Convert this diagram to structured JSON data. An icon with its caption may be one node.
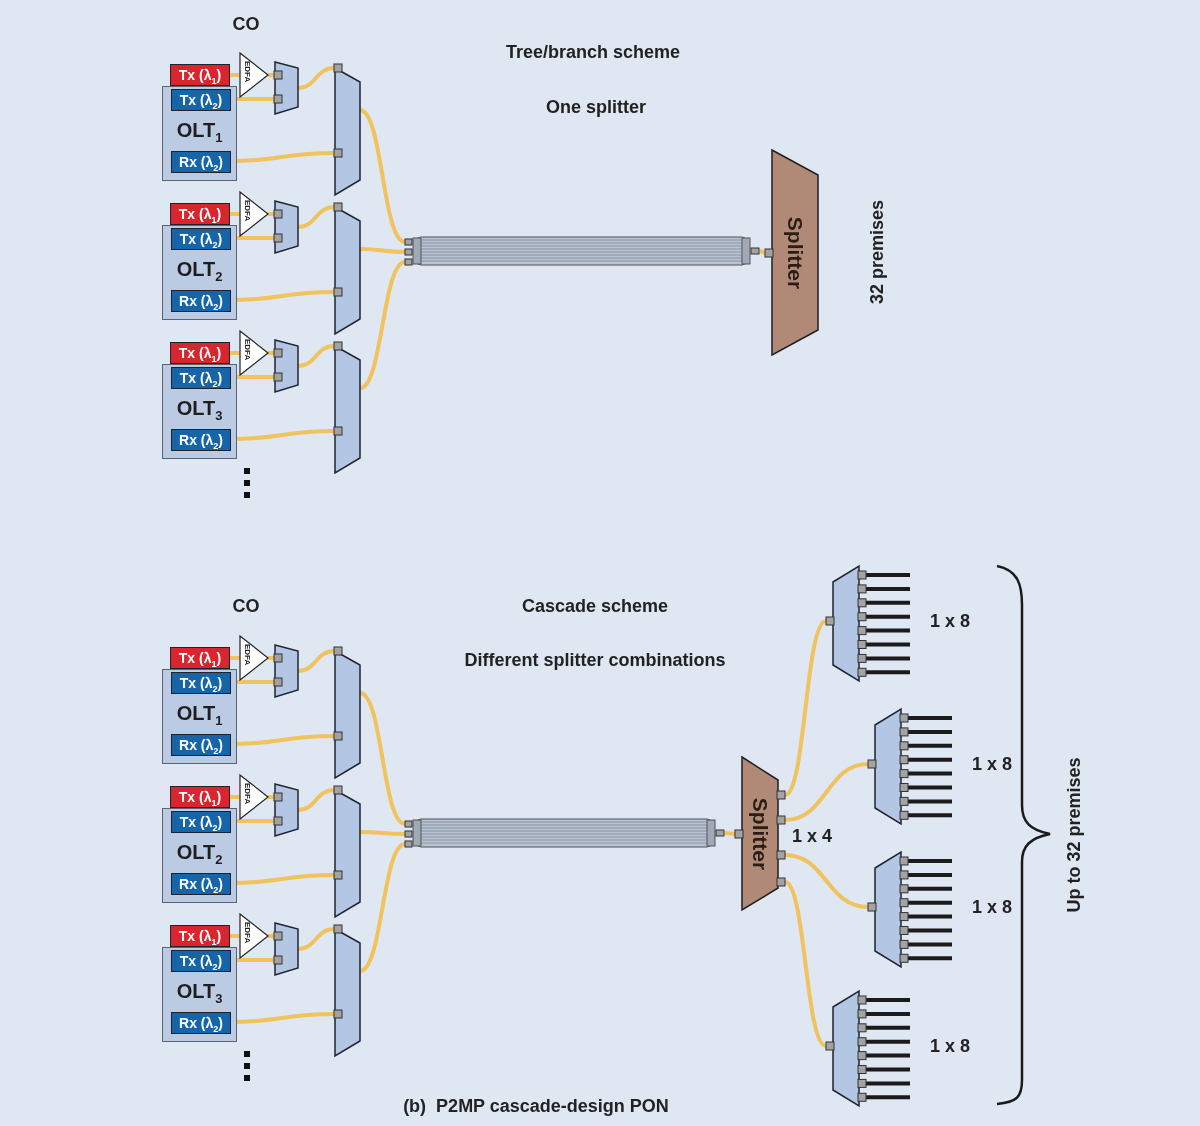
{
  "diagram": {
    "caption": "(b)  P2MP cascade-design PON",
    "nodes": [
      {
        "text": [
          "Tx (λ$_{1}$)"
        ]
      },
      {
        "text": [
          "OLT$_{1}$"
        ]
      },
      {
        "text": [
          "Tx (λ$_{2}$)"
        ],
        "in": 1
      },
      {
        "text": [
          "Rx (λ$_{2}$)"
        ],
        "in": 1
      },
      {
        "text": [
          "EDFA"
        ]
      },
      {
        "text": [],
        "shape": "trapezoid"
      },
      {
        "text": [],
        "shape": "trapezoid"
      },
      {
        "text": [
          "Tx (λ$_{1}$)"
        ]
      },
      {
        "text": [
          "OLT$_{2}$"
        ]
      },
      {
        "text": [
          "Tx (λ$_{2}$)"
        ],
        "in": 8
      },
      {
        "text": [
          "Rx (λ$_{2}$)"
        ],
        "in": 8
      },
      {
        "text": [
          "EDFA"
        ]
      },
      {
        "text": [],
        "shape": "trapezoid"
      },
      {
        "text": [],
        "shape": "trapezoid"
      },
      {
        "text": [
          "Tx (λ$_{1}$)"
        ]
      },
      {
        "text": [
          "OLT$_{3}$"
        ]
      },
      {
        "text": [
          "Tx (λ$_{2}$)"
        ],
        "in": 15
      },
      {
        "text": [
          "Rx (λ$_{2}$)"
        ],
        "in": 15
      },
      {
        "text": [
          "EDFA"
        ]
      },
      {
        "text": [],
        "shape": "trapezoid"
      },
      {
        "text": [],
        "shape": "trapezoid"
      },
      {
        "text": [],
        "shape": "cable"
      },
      {
        "text": [
          "Splitter"
        ]
      },
      {
        "text": [
          "Tx (λ$_{1}$)"
        ]
      },
      {
        "text": [
          "OLT$_{1}$"
        ]
      },
      {
        "text": [
          "Tx (λ$_{2}$)"
        ],
        "in": 24
      },
      {
        "text": [
          "Rx (λ$_{2}$)"
        ],
        "in": 24
      },
      {
        "text": [
          "EDFA"
        ]
      },
      {
        "text": [],
        "shape": "trapezoid"
      },
      {
        "text": [],
        "shape": "trapezoid"
      },
      {
        "text": [
          "Tx (λ$_{1}$)"
        ]
      },
      {
        "text": [
          "OLT$_{2}$"
        ]
      },
      {
        "text": [
          "Tx (λ$_{2}$)"
        ],
        "in": 31
      },
      {
        "text": [
          "Rx (λ$_{2}$)"
        ],
        "in": 31
      },
      {
        "text": [
          "EDFA"
        ]
      },
      {
        "text": [],
        "shape": "trapezoid"
      },
      {
        "text": [],
        "shape": "trapezoid"
      },
      {
        "text": [
          "Tx (λ$_{1}$)"
        ]
      },
      {
        "text": [
          "OLT$_{3}$"
        ]
      },
      {
        "text": [
          "Tx (λ$_{2}$)"
        ],
        "in": 38
      },
      {
        "text": [
          "Rx (λ$_{2}$)"
        ],
        "in": 38
      },
      {
        "text": [
          "EDFA"
        ]
      },
      {
        "text": [],
        "shape": "trapezoid"
      },
      {
        "text": [],
        "shape": "trapezoid"
      },
      {
        "text": [],
        "shape": "cable"
      },
      {
        "text": [
          "Splitter"
        ],
        "beside": [
          "1 x 4"
        ]
      },
      {
        "text": [],
        "shape": "trapezoid",
        "beside": [
          "1 x 8"
        ]
      },
      {
        "text": [],
        "shape": "trapezoid",
        "beside": [
          "1 x 8"
        ]
      },
      {
        "text": [],
        "shape": "trapezoid",
        "beside": [
          "1 x 8"
        ]
      },
      {
        "text": [],
        "shape": "trapezoid",
        "beside": [
          "1 x 8"
        ]
      }
    ],
    "edges": [
      {
        "from": 0,
        "to": 4,
        "arrow": "none"
      },
      {
        "from": 4,
        "to": 5,
        "arrow": "none"
      },
      {
        "from": 2,
        "to": 5,
        "arrow": "none"
      },
      {
        "from": 5,
        "to": 6,
        "arrow": "none"
      },
      {
        "from": 3,
        "to": 6,
        "arrow": "none"
      },
      {
        "from": 6,
        "to": 21,
        "arrow": "none"
      },
      {
        "from": 7,
        "to": 11,
        "arrow": "none"
      },
      {
        "from": 11,
        "to": 12,
        "arrow": "none"
      },
      {
        "from": 9,
        "to": 12,
        "arrow": "none"
      },
      {
        "from": 12,
        "to": 13,
        "arrow": "none"
      },
      {
        "from": 10,
        "to": 13,
        "arrow": "none"
      },
      {
        "from": 13,
        "to": 21,
        "arrow": "none"
      },
      {
        "from": 14,
        "to": 18,
        "arrow": "none"
      },
      {
        "from": 18,
        "to": 19,
        "arrow": "none"
      },
      {
        "from": 16,
        "to": 19,
        "arrow": "none"
      },
      {
        "from": 19,
        "to": 20,
        "arrow": "none"
      },
      {
        "from": 17,
        "to": 20,
        "arrow": "none"
      },
      {
        "from": 20,
        "to": 21,
        "arrow": "none"
      },
      {
        "from": 21,
        "to": 22,
        "arrow": "none"
      },
      {
        "from": 23,
        "to": 27,
        "arrow": "none"
      },
      {
        "from": 27,
        "to": 28,
        "arrow": "none"
      },
      {
        "from": 25,
        "to": 28,
        "arrow": "none"
      },
      {
        "from": 28,
        "to": 29,
        "arrow": "none"
      },
      {
        "from": 26,
        "to": 29,
        "arrow": "none"
      },
      {
        "from": 29,
        "to": 44,
        "arrow": "none"
      },
      {
        "from": 30,
        "to": 34,
        "arrow": "none"
      },
      {
        "from": 34,
        "to": 35,
        "arrow": "none"
      },
      {
        "from": 32,
        "to": 35,
        "arrow": "none"
      },
      {
        "from": 35,
        "to": 36,
        "arrow": "none"
      },
      {
        "from": 33,
        "to": 36,
        "arrow": "none"
      },
      {
        "from": 36,
        "to": 44,
        "arrow": "none"
      },
      {
        "from": 37,
        "to": 41,
        "arrow": "none"
      },
      {
        "from": 41,
        "to": 42,
        "arrow": "none"
      },
      {
        "from": 39,
        "to": 42,
        "arrow": "none"
      },
      {
        "from": 42,
        "to": 43,
        "arrow": "none"
      },
      {
        "from": 40,
        "to": 43,
        "arrow": "none"
      },
      {
        "from": 43,
        "to": 44,
        "arrow": "none"
      },
      {
        "from": 44,
        "to": 45,
        "arrow": "none"
      },
      {
        "from": 45,
        "to": 46,
        "arrow": "none"
      },
      {
        "from": 45,
        "to": 47,
        "arrow": "none"
      },
      {
        "from": 45,
        "to": 48,
        "arrow": "none"
      },
      {
        "from": 45,
        "to": 49,
        "arrow": "none"
      }
    ],
    "labels": [
      "CO",
      "Tree/branch scheme",
      "One splitter",
      "32 premises",
      "CO",
      "Cascade scheme",
      "Different splitter combinations",
      "Up to 32 premises"
    ]
  }
}
